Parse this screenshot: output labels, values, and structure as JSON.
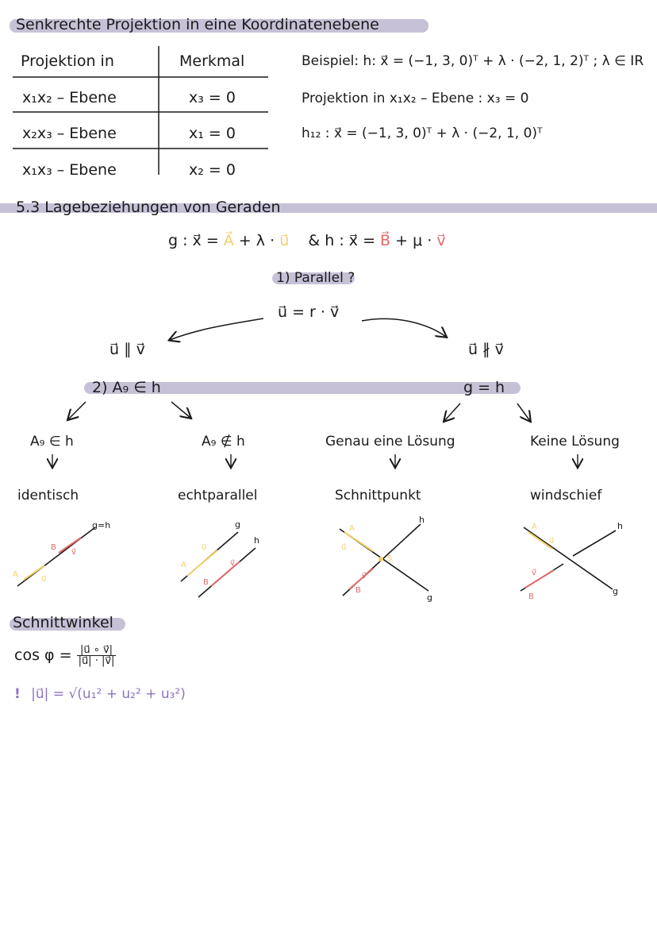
{
  "section1": {
    "title": "Senkrechte Projektion in eine Koordinatenebene",
    "table": {
      "headers": [
        "Projektion in",
        "Merkmal"
      ],
      "rows": [
        [
          "x₁x₂ – Ebene",
          "x₃ = 0"
        ],
        [
          "x₂x₃ – Ebene",
          "x₁ = 0"
        ],
        [
          "x₁x₃ – Ebene",
          "x₂ = 0"
        ]
      ]
    },
    "example": {
      "line1": "Beispiel:  h: x⃗ = (−1, 3, 0)ᵀ + λ · (−2, 1, 2)ᵀ ;  λ ∈ IR",
      "line2": "Projektion in x₁x₂ – Ebene :  x₃ = 0",
      "line3": "h₁₂ :  x⃗ = (−1, 3, 0)ᵀ + λ · (−2, 1, 0)ᵀ"
    }
  },
  "section2": {
    "title": "5.3 Lagebeziehungen von Geraden",
    "eq_g_prefix": "g :  x⃗ =",
    "eq_A": "A⃗",
    "eq_mid1": "+ λ ·",
    "eq_u": "u⃗",
    "eq_and": "&   h :  x⃗ =",
    "eq_B": "B⃗",
    "eq_mid2": "+ μ ·",
    "eq_v": "v⃗",
    "step1": "1) Parallel ?",
    "condition": "u⃗ = r · v⃗",
    "parallel": "u⃗ ∥ v⃗",
    "not_parallel": "u⃗ ∦ v⃗",
    "step2": "2)  A₉ ∈ h",
    "step2b": "g = h",
    "case_in": "A₉ ∈ h",
    "case_notin": "A₉ ∉ h",
    "case_one": "Genau eine  Lösung",
    "case_none": "Keine  Lösung",
    "res_identisch": "identisch",
    "res_echtparallel": "echtparallel",
    "res_schnittpunkt": "Schnittpunkt",
    "res_windschief": "windschief",
    "sketch_labels": {
      "gh": "g=h",
      "g": "g",
      "h": "h",
      "A": "A",
      "B": "B",
      "S": "S",
      "u": "u⃗",
      "v": "v⃗"
    }
  },
  "section3": {
    "title": "Schnittwinkel",
    "cos_label": "cos φ =",
    "num": "|u⃗ ∘ v⃗|",
    "den": "|u⃗| · |v⃗|",
    "note_icon": "!",
    "note": "|u⃗| = √(u₁² + u₂² + u₃²)"
  },
  "colors": {
    "highlight": "#c7c1d8",
    "yellow": "#f2cf6a",
    "red": "#e26a6a",
    "purple": "#8c74c0"
  }
}
